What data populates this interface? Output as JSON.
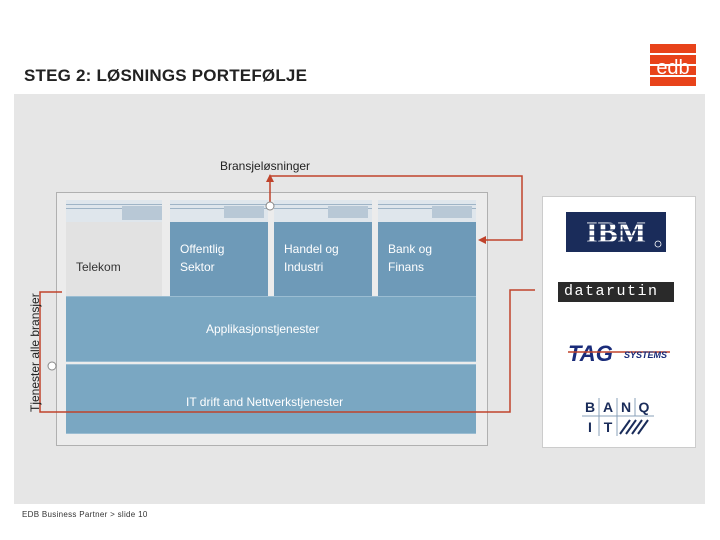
{
  "title": "STEG 2: LØSNINGS PORTEFØLJE",
  "logo": {
    "text": "edb",
    "color": "#e8431a"
  },
  "bransje_label": "Bransjeløsninger",
  "side_label": "Tjenester alle bransjer",
  "columns": [
    {
      "line1": "Telekom",
      "line2": ""
    },
    {
      "line1": "Offentlig",
      "line2": "Sektor"
    },
    {
      "line1": "Handel og",
      "line2": "Industri"
    },
    {
      "line1": "Bank og",
      "line2": "Finans"
    }
  ],
  "bands": [
    {
      "label": "Applikasjonstjenester"
    },
    {
      "label": "IT drift and Nettverkstjenester"
    }
  ],
  "partners": {
    "ibm": "IBM",
    "datarutin": "datarutin",
    "tag": "TAG",
    "tag_sub": "SYSTEMS",
    "banq": [
      "B",
      "A",
      "N",
      "Q",
      "I",
      "T"
    ]
  },
  "colors": {
    "connector": "#c0432b",
    "column": "#6e9ab8",
    "band": "#7aa7c2"
  },
  "footer": "EDB Business Partner > slide 10"
}
